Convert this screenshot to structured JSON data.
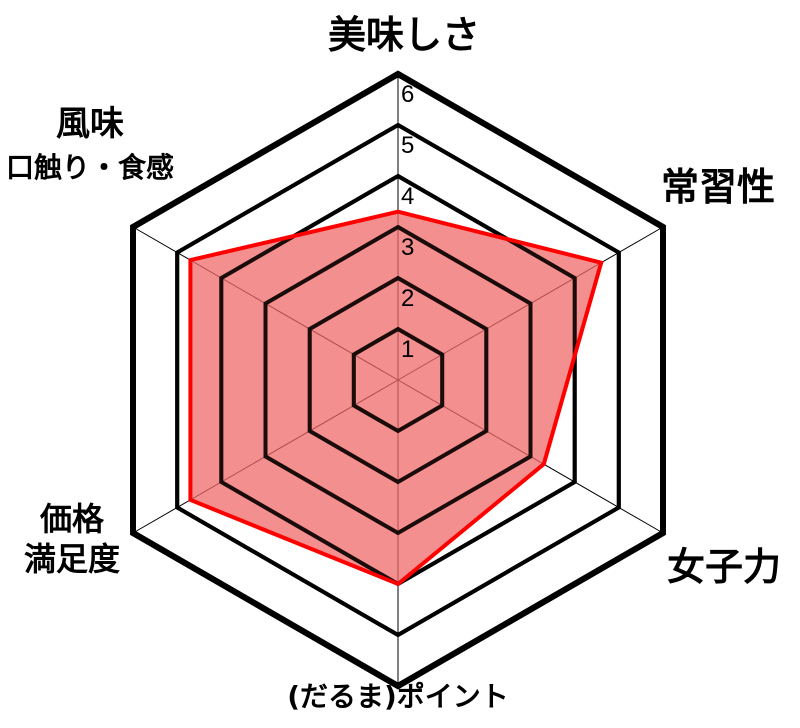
{
  "chart_data": {
    "type": "radar",
    "axes": [
      {
        "lines": [
          "美味しさ"
        ]
      },
      {
        "lines": [
          "常習性"
        ]
      },
      {
        "lines": [
          "女子力"
        ]
      },
      {
        "lines": [
          "(だるま)ポイント"
        ]
      },
      {
        "lines": [
          "価格",
          "満足度"
        ]
      },
      {
        "lines": [
          "風味",
          "口触り・食感"
        ]
      }
    ],
    "values": [
      3.3,
      4.6,
      3.3,
      4.0,
      4.7,
      4.7
    ],
    "rlim": [
      0,
      6
    ],
    "ticks": [
      "1",
      "2",
      "3",
      "4",
      "5",
      "6"
    ],
    "colors": {
      "fill": "#f06a6a",
      "stroke": "#ff0000",
      "grid": "#000000"
    }
  }
}
